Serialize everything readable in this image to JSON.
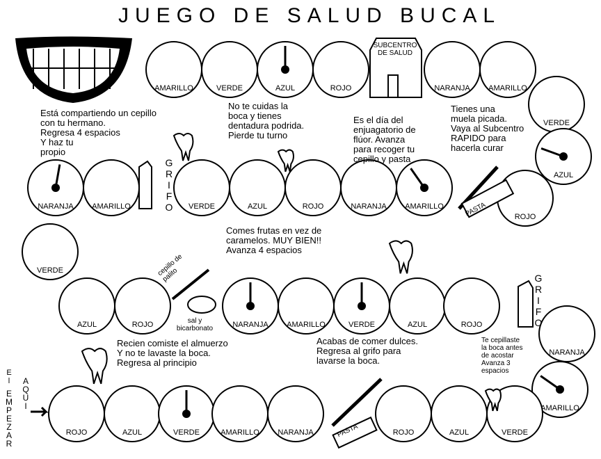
{
  "title": "JUEGO DE SALUD BUCAL",
  "subcentro_label": "SUBCENTRO DE SALUD",
  "start_label": "EMPEZAR AQUI",
  "start_words": [
    "El",
    "EMPEZAR",
    "AQUI"
  ],
  "grifo_label": "GRIFO",
  "pasta_label": "PASTA",
  "cepillo_label": "cepillo de palito",
  "sal_label": "sal y bicarbonato",
  "spaces": [
    "AMARILLO",
    "VERDE",
    "AZUL",
    "ROJO",
    "NARANJA",
    "AMARILLO",
    "VERDE",
    "AZUL",
    "ROJO",
    "NARANJA",
    "AMARILLO",
    "VERDE",
    "AZUL",
    "ROJO",
    "NARANJA",
    "AMARILLO",
    "VERDE",
    "AZUL",
    "ROJO",
    "NARANJA",
    "AMARILLO",
    "VERDE",
    "AZUL",
    "ROJO",
    "NARANJA",
    "AMARILLO",
    "ROJO",
    "AZUL",
    "VERDE",
    "AMARILLO",
    "NARANJA",
    "ROJO",
    "AZUL",
    "VERDE"
  ],
  "notes": {
    "compartiendo": "Está compartiendo un cepillo\ncon tu hermano.\nRegresa 4 espacios\nY haz tu\npropio",
    "no_cuidas": "No te cuidas la\nboca y tienes\ndentadura podrida.\nPierde tu turno",
    "enjuagatorio": "Es el día del\nenjuagatorio de\nflúor. Avanza\npara recoger tu\ncepillo y pasta",
    "muela": "Tienes una\nmuela picada.\nVaya al Subcentro\nRAPIDO para\nhacerla curar",
    "frutas": "Comes frutas en vez de\ncaramelos. MUY BIEN!!\nAvanza 4 espacios",
    "almuerzo": "Recien comiste el almuerzo\nY no te lavaste la boca.\nRegresa al principio",
    "dulces": "Acabas de comer dulces.\nRegresa al grifo para\nlavarse la boca.",
    "cepillaste": "Te cepillaste\nla boca antes\nde acostar\nAvanza 3\nespacios"
  }
}
